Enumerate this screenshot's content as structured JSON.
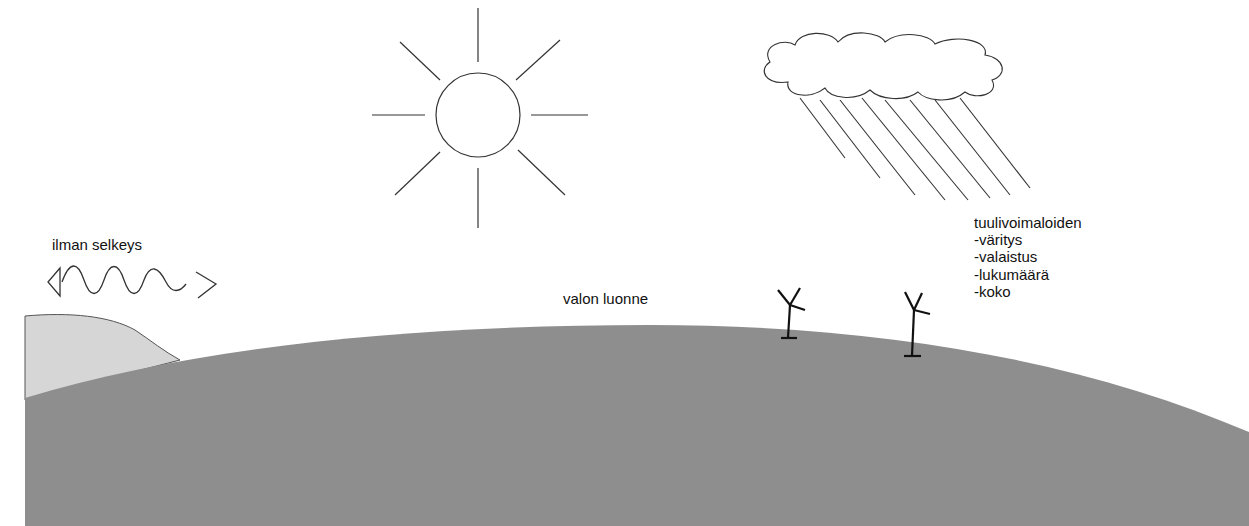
{
  "diagram": {
    "labels": [
      "ilman selkeys",
      "valon luonne",
      "tuulivoimaloiden",
      "-väritys",
      "-valaistus",
      "-lukumäärä",
      "-koko"
    ]
  }
}
